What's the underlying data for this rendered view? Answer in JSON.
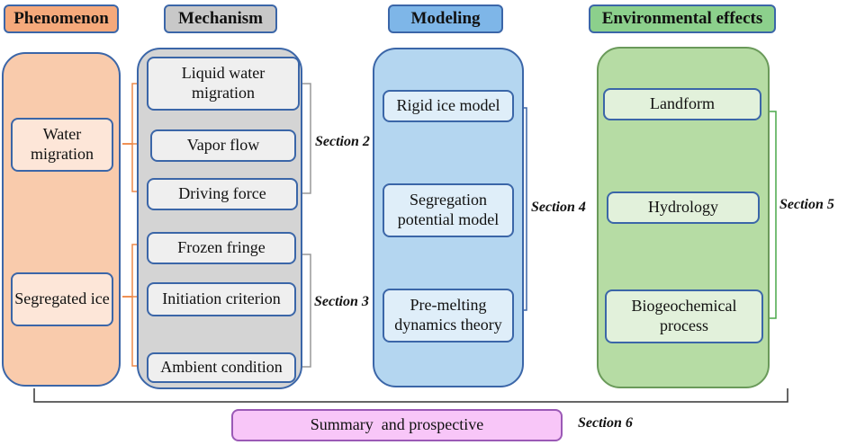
{
  "headers": {
    "phenomenon": "Phenomenon",
    "mechanism": "Mechanism",
    "modeling": "Modeling",
    "environmental": "Environmental effects"
  },
  "phenomenon": {
    "water_migration": "Water migration",
    "segregated_ice": "Segregated ice"
  },
  "mechanism": {
    "liquid_water_migration": "Liquid water migration",
    "vapor_flow": "Vapor flow",
    "driving_force": "Driving force",
    "frozen_fringe": "Frozen fringe",
    "initiation_criterion": "Initiation criterion",
    "ambient_condition": "Ambient condition"
  },
  "modeling": {
    "rigid_ice_model": "Rigid ice model",
    "segregation_potential_model": "Segregation potential model",
    "pre_melting_dynamics_theory": "Pre-melting dynamics theory"
  },
  "environmental": {
    "landform": "Landform",
    "hydrology": "Hydrology",
    "biogeochemical_process": "Biogeochemical process"
  },
  "sections": {
    "s2": "Section 2",
    "s3": "Section 3",
    "s4": "Section 4",
    "s5": "Section 5",
    "s6": "Section 6"
  },
  "summary": "Summary  and prospective",
  "colors": {
    "phenomenon_fill": "#f9cbac",
    "mechanism_fill": "#d4d4d4",
    "modeling_fill": "#b4d6f0",
    "environmental_fill": "#b6dca4",
    "summary_fill": "#f8c6f8",
    "arrow": "#ee8a4a",
    "box_border": "#3b66a8"
  }
}
